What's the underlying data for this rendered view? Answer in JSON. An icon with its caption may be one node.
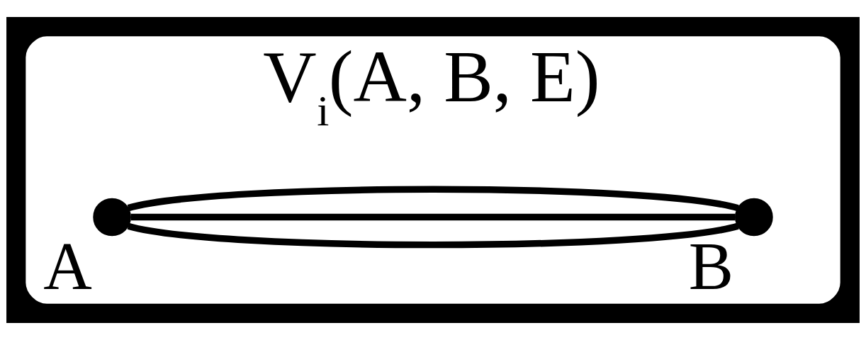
{
  "diagram": {
    "nodes": [
      {
        "text": [
          "V$_{i}$(A, B, E)"
        ]
      },
      {
        "text": [],
        "shape": "circle",
        "beside": [
          "A"
        ],
        "in": 0
      },
      {
        "text": [],
        "shape": "circle",
        "beside": [
          "B"
        ],
        "in": 0
      }
    ],
    "edges": [
      {
        "from": 1,
        "to": 2,
        "arrow": "none"
      },
      {
        "from": 1,
        "to": 2,
        "arrow": "none"
      },
      {
        "from": 1,
        "to": 2,
        "arrow": "none"
      }
    ]
  }
}
